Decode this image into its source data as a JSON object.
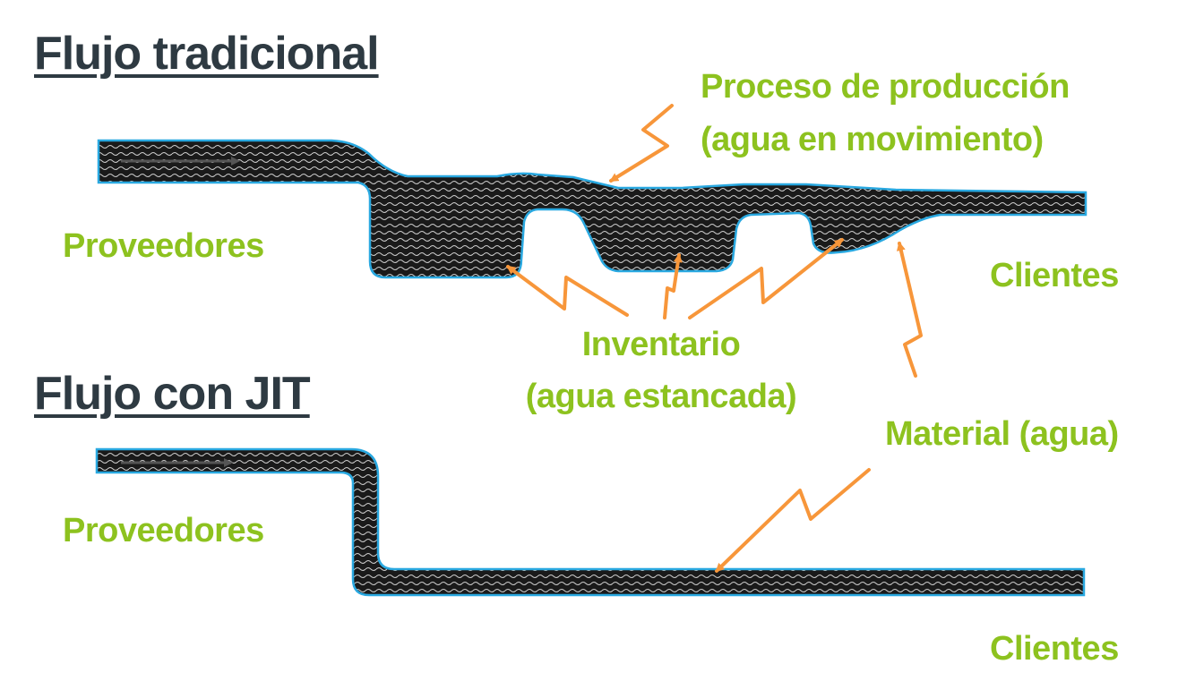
{
  "traditional": {
    "title": "Flujo tradicional",
    "suppliers": "Proveedores",
    "customers": "Clientes",
    "process_label_line1": "Proceso de producción",
    "process_label_line2": "(agua en movimiento)",
    "inventory_label_line1": "Inventario",
    "inventory_label_line2": "(agua estancada)"
  },
  "jit": {
    "title": "Flujo con JIT",
    "suppliers": "Proveedores",
    "customers": "Clientes",
    "material_label": "Material (agua)"
  },
  "colors": {
    "pipe_fill": "#1a1a1a",
    "pipe_outline": "#29a8e0",
    "arrow": "#f7963a",
    "label_text": "#8dc21f",
    "title_text": "#2e3a42"
  }
}
